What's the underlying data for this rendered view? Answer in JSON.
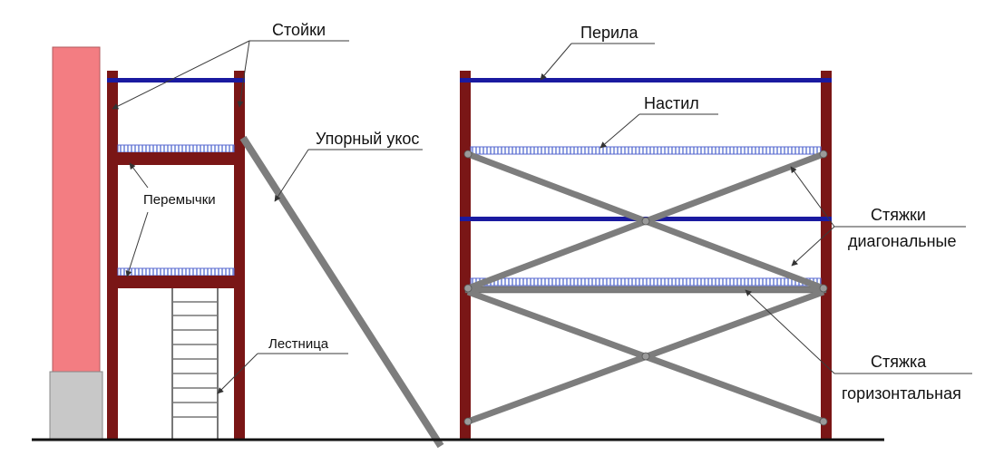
{
  "labels": {
    "stoyki": "Стойки",
    "uporny_ukos": "Упорный укос",
    "peremychki": "Перемычки",
    "lestnitsa": "Лестница",
    "perila": "Перила",
    "nastil": "Настил",
    "styazhki_line1": "Стяжки",
    "styazhki_line2": "диагональные",
    "styazhka_line1": "Стяжка",
    "styazhka_line2": "горизонтальная"
  },
  "colors": {
    "wall": "#f37d82",
    "wall_base": "#c8c8c8",
    "frame": "#7a1616",
    "rail": "#1a1aa0",
    "deck": "#b8c4f0",
    "brace": "#7d7d7d",
    "ground": "#111111"
  }
}
